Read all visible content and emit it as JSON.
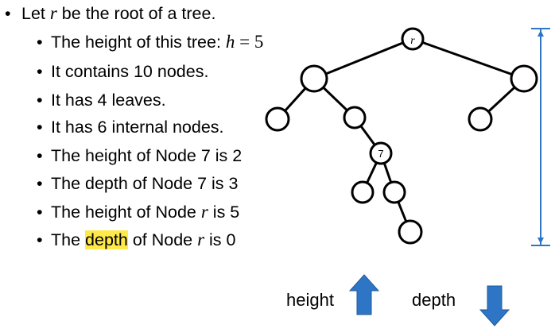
{
  "bullets": [
    {
      "pre": "Let ",
      "var": "r",
      "post": " be the root of a tree."
    },
    {
      "pre": "The height of this tree: ",
      "var": "h",
      "eq": " = 5",
      "post": ""
    },
    {
      "pre": "It contains 10 nodes.",
      "var": "",
      "post": ""
    },
    {
      "pre": "It has 4 leaves.",
      "var": "",
      "post": ""
    },
    {
      "pre": "It has 6 internal nodes.",
      "var": "",
      "post": ""
    },
    {
      "pre": "The height of Node 7 is 2",
      "var": "",
      "post": ""
    },
    {
      "pre": "The depth of Node 7 is 3",
      "var": "",
      "post": ""
    },
    {
      "pre": "The height of Node ",
      "var": "r",
      "post": " is 5"
    },
    {
      "pre": "The ",
      "highlight": "depth",
      "pre2": " of Node ",
      "var": "r",
      "post": " is 0"
    }
  ],
  "tree": {
    "root_label": "r",
    "node7_label": "7"
  },
  "legend": {
    "height_label": "height",
    "depth_label": "depth",
    "arrow_color": "#2e75c6"
  }
}
